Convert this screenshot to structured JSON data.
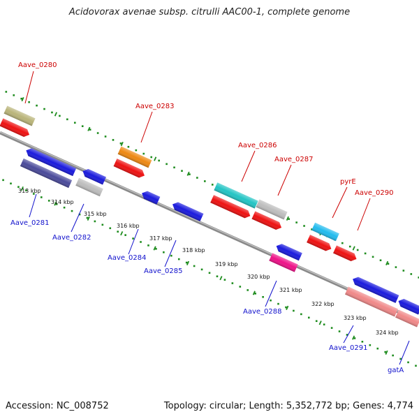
{
  "title": "Acidovorax avenae subsp. citrulli AAC00-1, complete genome",
  "footer": {
    "accession": "Accession: NC_008752",
    "summary": "Topology: circular; Length: 5,352,772 bp; Genes: 4,774"
  },
  "scale_labels": [
    "313 kbp",
    "314 kbp",
    "315 kbp",
    "316 kbp",
    "317 kbp",
    "318 kbp",
    "319 kbp",
    "320 kbp",
    "321 kbp",
    "322 kbp",
    "323 kbp",
    "324 kbp"
  ],
  "colors": {
    "backbone": "#8a8a8a",
    "dots": "#1e8c1e",
    "top_label": "#cc0000",
    "bottom_label": "#1010cc"
  },
  "genes": [
    {
      "name": "Aave_0280",
      "side": "top"
    },
    {
      "name": "Aave_0281",
      "side": "bottom"
    },
    {
      "name": "Aave_0282",
      "side": "bottom"
    },
    {
      "name": "Aave_0283",
      "side": "top"
    },
    {
      "name": "Aave_0284",
      "side": "bottom"
    },
    {
      "name": "Aave_0285",
      "side": "bottom"
    },
    {
      "name": "Aave_0286",
      "side": "top"
    },
    {
      "name": "Aave_0287",
      "side": "top"
    },
    {
      "name": "Aave_0288",
      "side": "bottom"
    },
    {
      "name": "pyrE",
      "side": "top"
    },
    {
      "name": "Aave_0290",
      "side": "top"
    },
    {
      "name": "Aave_0291",
      "side": "bottom"
    },
    {
      "name": "gatA",
      "side": "bottom"
    }
  ]
}
